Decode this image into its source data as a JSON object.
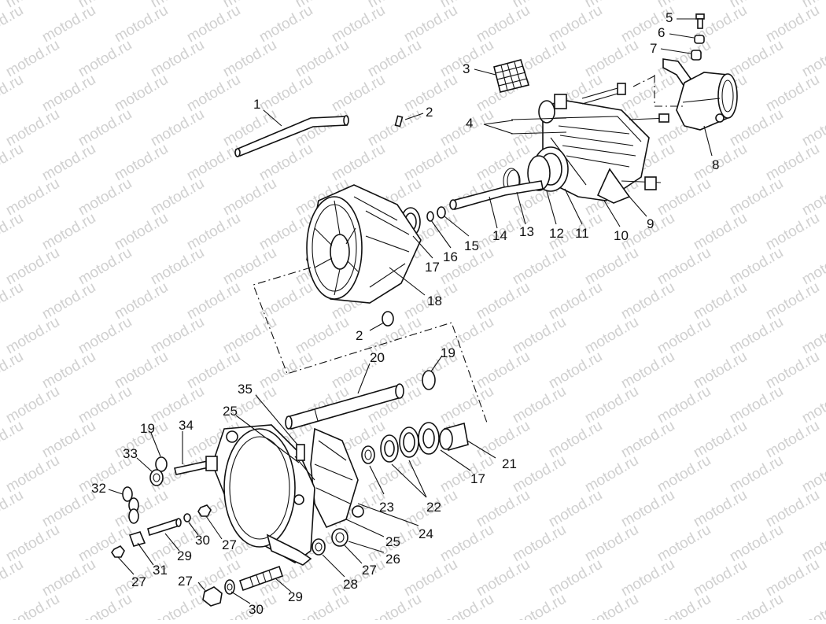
{
  "watermark": "motod.ru",
  "callouts": [
    {
      "id": "c1",
      "label": "1"
    },
    {
      "id": "c2a",
      "label": "2"
    },
    {
      "id": "c3",
      "label": "3"
    },
    {
      "id": "c4",
      "label": "4"
    },
    {
      "id": "c5",
      "label": "5"
    },
    {
      "id": "c6",
      "label": "6"
    },
    {
      "id": "c7",
      "label": "7"
    },
    {
      "id": "c8",
      "label": "8"
    },
    {
      "id": "c9",
      "label": "9"
    },
    {
      "id": "c10",
      "label": "10"
    },
    {
      "id": "c11",
      "label": "11"
    },
    {
      "id": "c12",
      "label": "12"
    },
    {
      "id": "c13",
      "label": "13"
    },
    {
      "id": "c14",
      "label": "14"
    },
    {
      "id": "c15",
      "label": "15"
    },
    {
      "id": "c16",
      "label": "16"
    },
    {
      "id": "c17a",
      "label": "17"
    },
    {
      "id": "c18",
      "label": "18"
    },
    {
      "id": "c2b",
      "label": "2"
    },
    {
      "id": "c19a",
      "label": "19"
    },
    {
      "id": "c20",
      "label": "20"
    },
    {
      "id": "c35",
      "label": "35"
    },
    {
      "id": "c25a",
      "label": "25"
    },
    {
      "id": "c19b",
      "label": "19"
    },
    {
      "id": "c34",
      "label": "34"
    },
    {
      "id": "c33",
      "label": "33"
    },
    {
      "id": "c32",
      "label": "32"
    },
    {
      "id": "c21",
      "label": "21"
    },
    {
      "id": "c17b",
      "label": "17"
    },
    {
      "id": "c22",
      "label": "22"
    },
    {
      "id": "c23",
      "label": "23"
    },
    {
      "id": "c24",
      "label": "24"
    },
    {
      "id": "c25b",
      "label": "25"
    },
    {
      "id": "c26",
      "label": "26"
    },
    {
      "id": "c27a",
      "label": "27"
    },
    {
      "id": "c28",
      "label": "28"
    },
    {
      "id": "c27b",
      "label": "27"
    },
    {
      "id": "c29a",
      "label": "29"
    },
    {
      "id": "c30a",
      "label": "30"
    },
    {
      "id": "c31",
      "label": "31"
    },
    {
      "id": "c27c",
      "label": "27"
    },
    {
      "id": "c27d",
      "label": "27"
    },
    {
      "id": "c29b",
      "label": "29"
    },
    {
      "id": "c30b",
      "label": "30"
    }
  ]
}
